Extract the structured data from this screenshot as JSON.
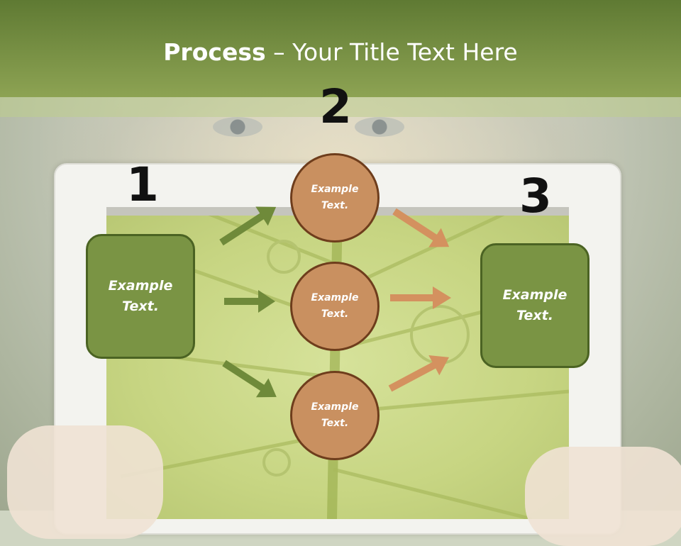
{
  "slide": {
    "title_bold": "Process",
    "title_rest": " – Your Title Text Here",
    "step_numbers": [
      "1",
      "2",
      "3"
    ],
    "left_box": "Example Text.",
    "right_box": "Example Text.",
    "circles": [
      "Example Text.",
      "Example Text.",
      "Example Text."
    ]
  },
  "colors": {
    "header": "#7d9a45",
    "box_fill": "#7a9444",
    "box_border": "#4b6323",
    "circle_fill": "#c99060",
    "circle_border": "#6e3d1c",
    "green_arrow": "#6f8a3a",
    "orange_arrow": "#d4915f"
  }
}
